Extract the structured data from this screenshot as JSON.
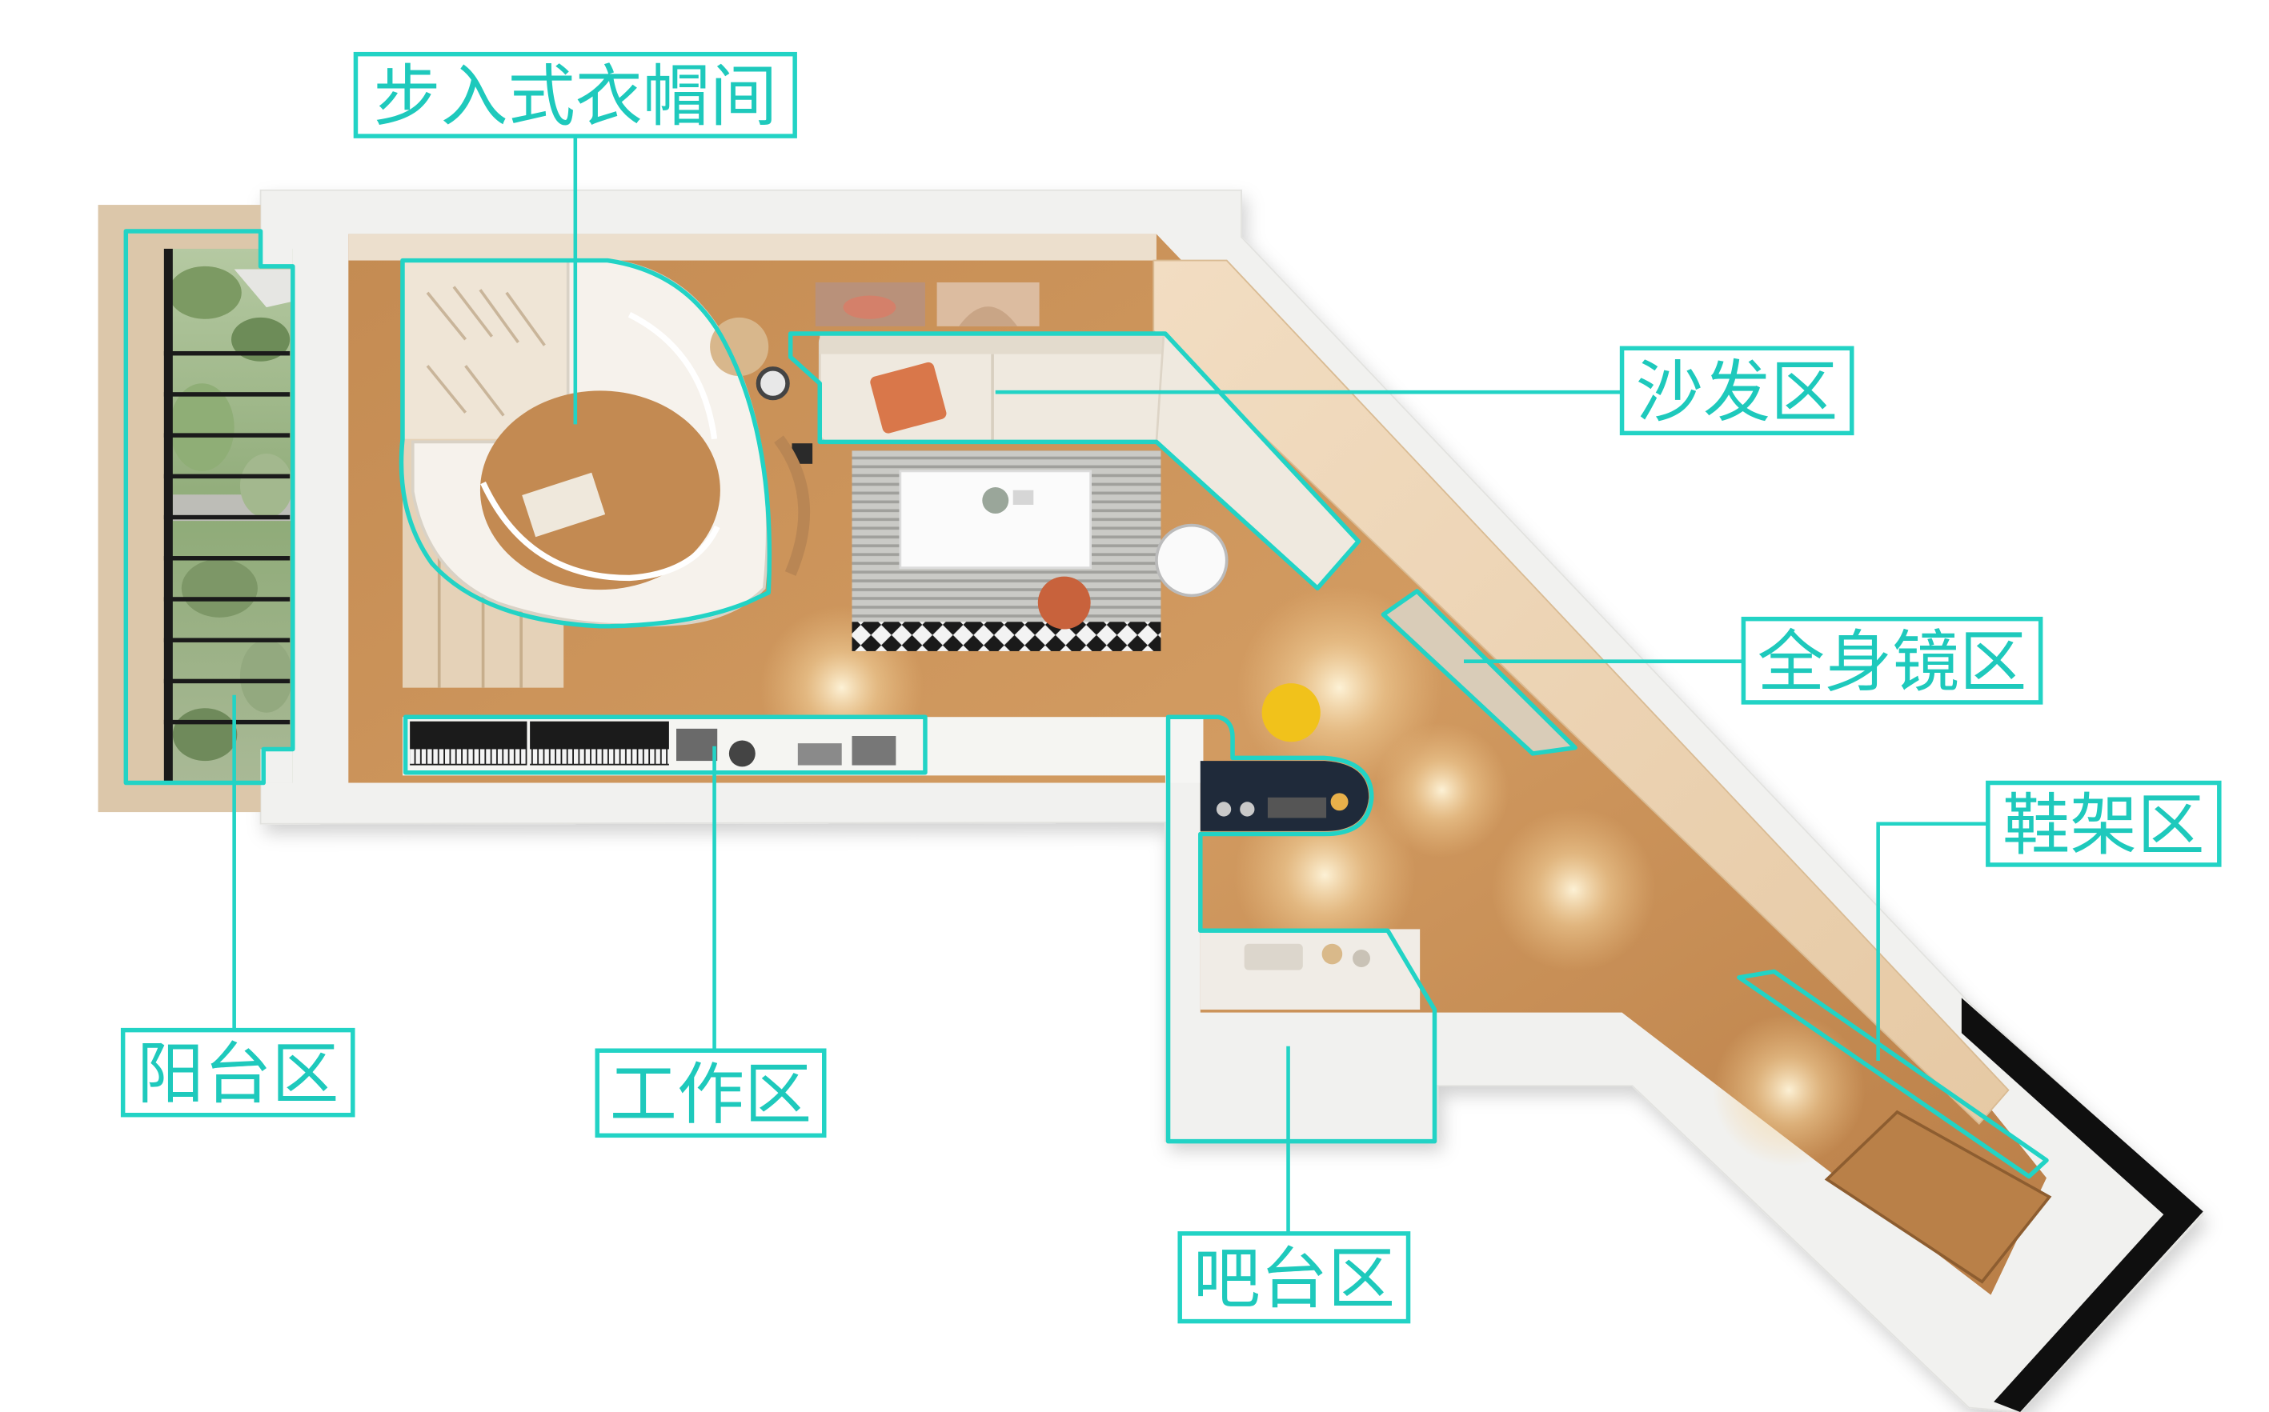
{
  "labels": {
    "walk_in_closet": "步入式衣帽间",
    "sofa_area": "沙发区",
    "mirror_area": "全身镜区",
    "shoe_rack_area": "鞋架区",
    "balcony_area": "阳台区",
    "work_area": "工作区",
    "bar_area": "吧台区"
  },
  "colors": {
    "annotation": "#22d3c5",
    "label_text": "#1ec9bc",
    "label_background": "#ffffff"
  }
}
